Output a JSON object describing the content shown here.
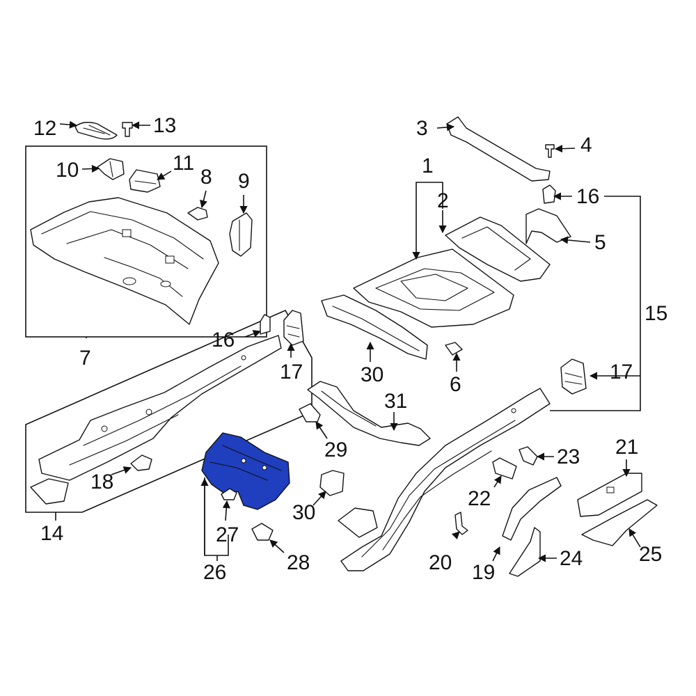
{
  "highlight_color": "#1f3fbf",
  "callouts": {
    "c1": "1",
    "c2": "2",
    "c3": "3",
    "c4": "4",
    "c5": "5",
    "c6": "6",
    "c7": "7",
    "c8": "8",
    "c9": "9",
    "c10": "10",
    "c11": "11",
    "c12": "12",
    "c13": "13",
    "c14": "14",
    "c15": "15",
    "c16a": "16",
    "c16b": "16",
    "c17a": "17",
    "c17b": "17",
    "c18": "18",
    "c19": "19",
    "c20": "20",
    "c21": "21",
    "c22": "22",
    "c23": "23",
    "c24": "24",
    "c25": "25",
    "c26": "26",
    "c27": "27",
    "c28": "28",
    "c29": "29",
    "c30a": "30",
    "c30b": "30",
    "c31": "31"
  }
}
